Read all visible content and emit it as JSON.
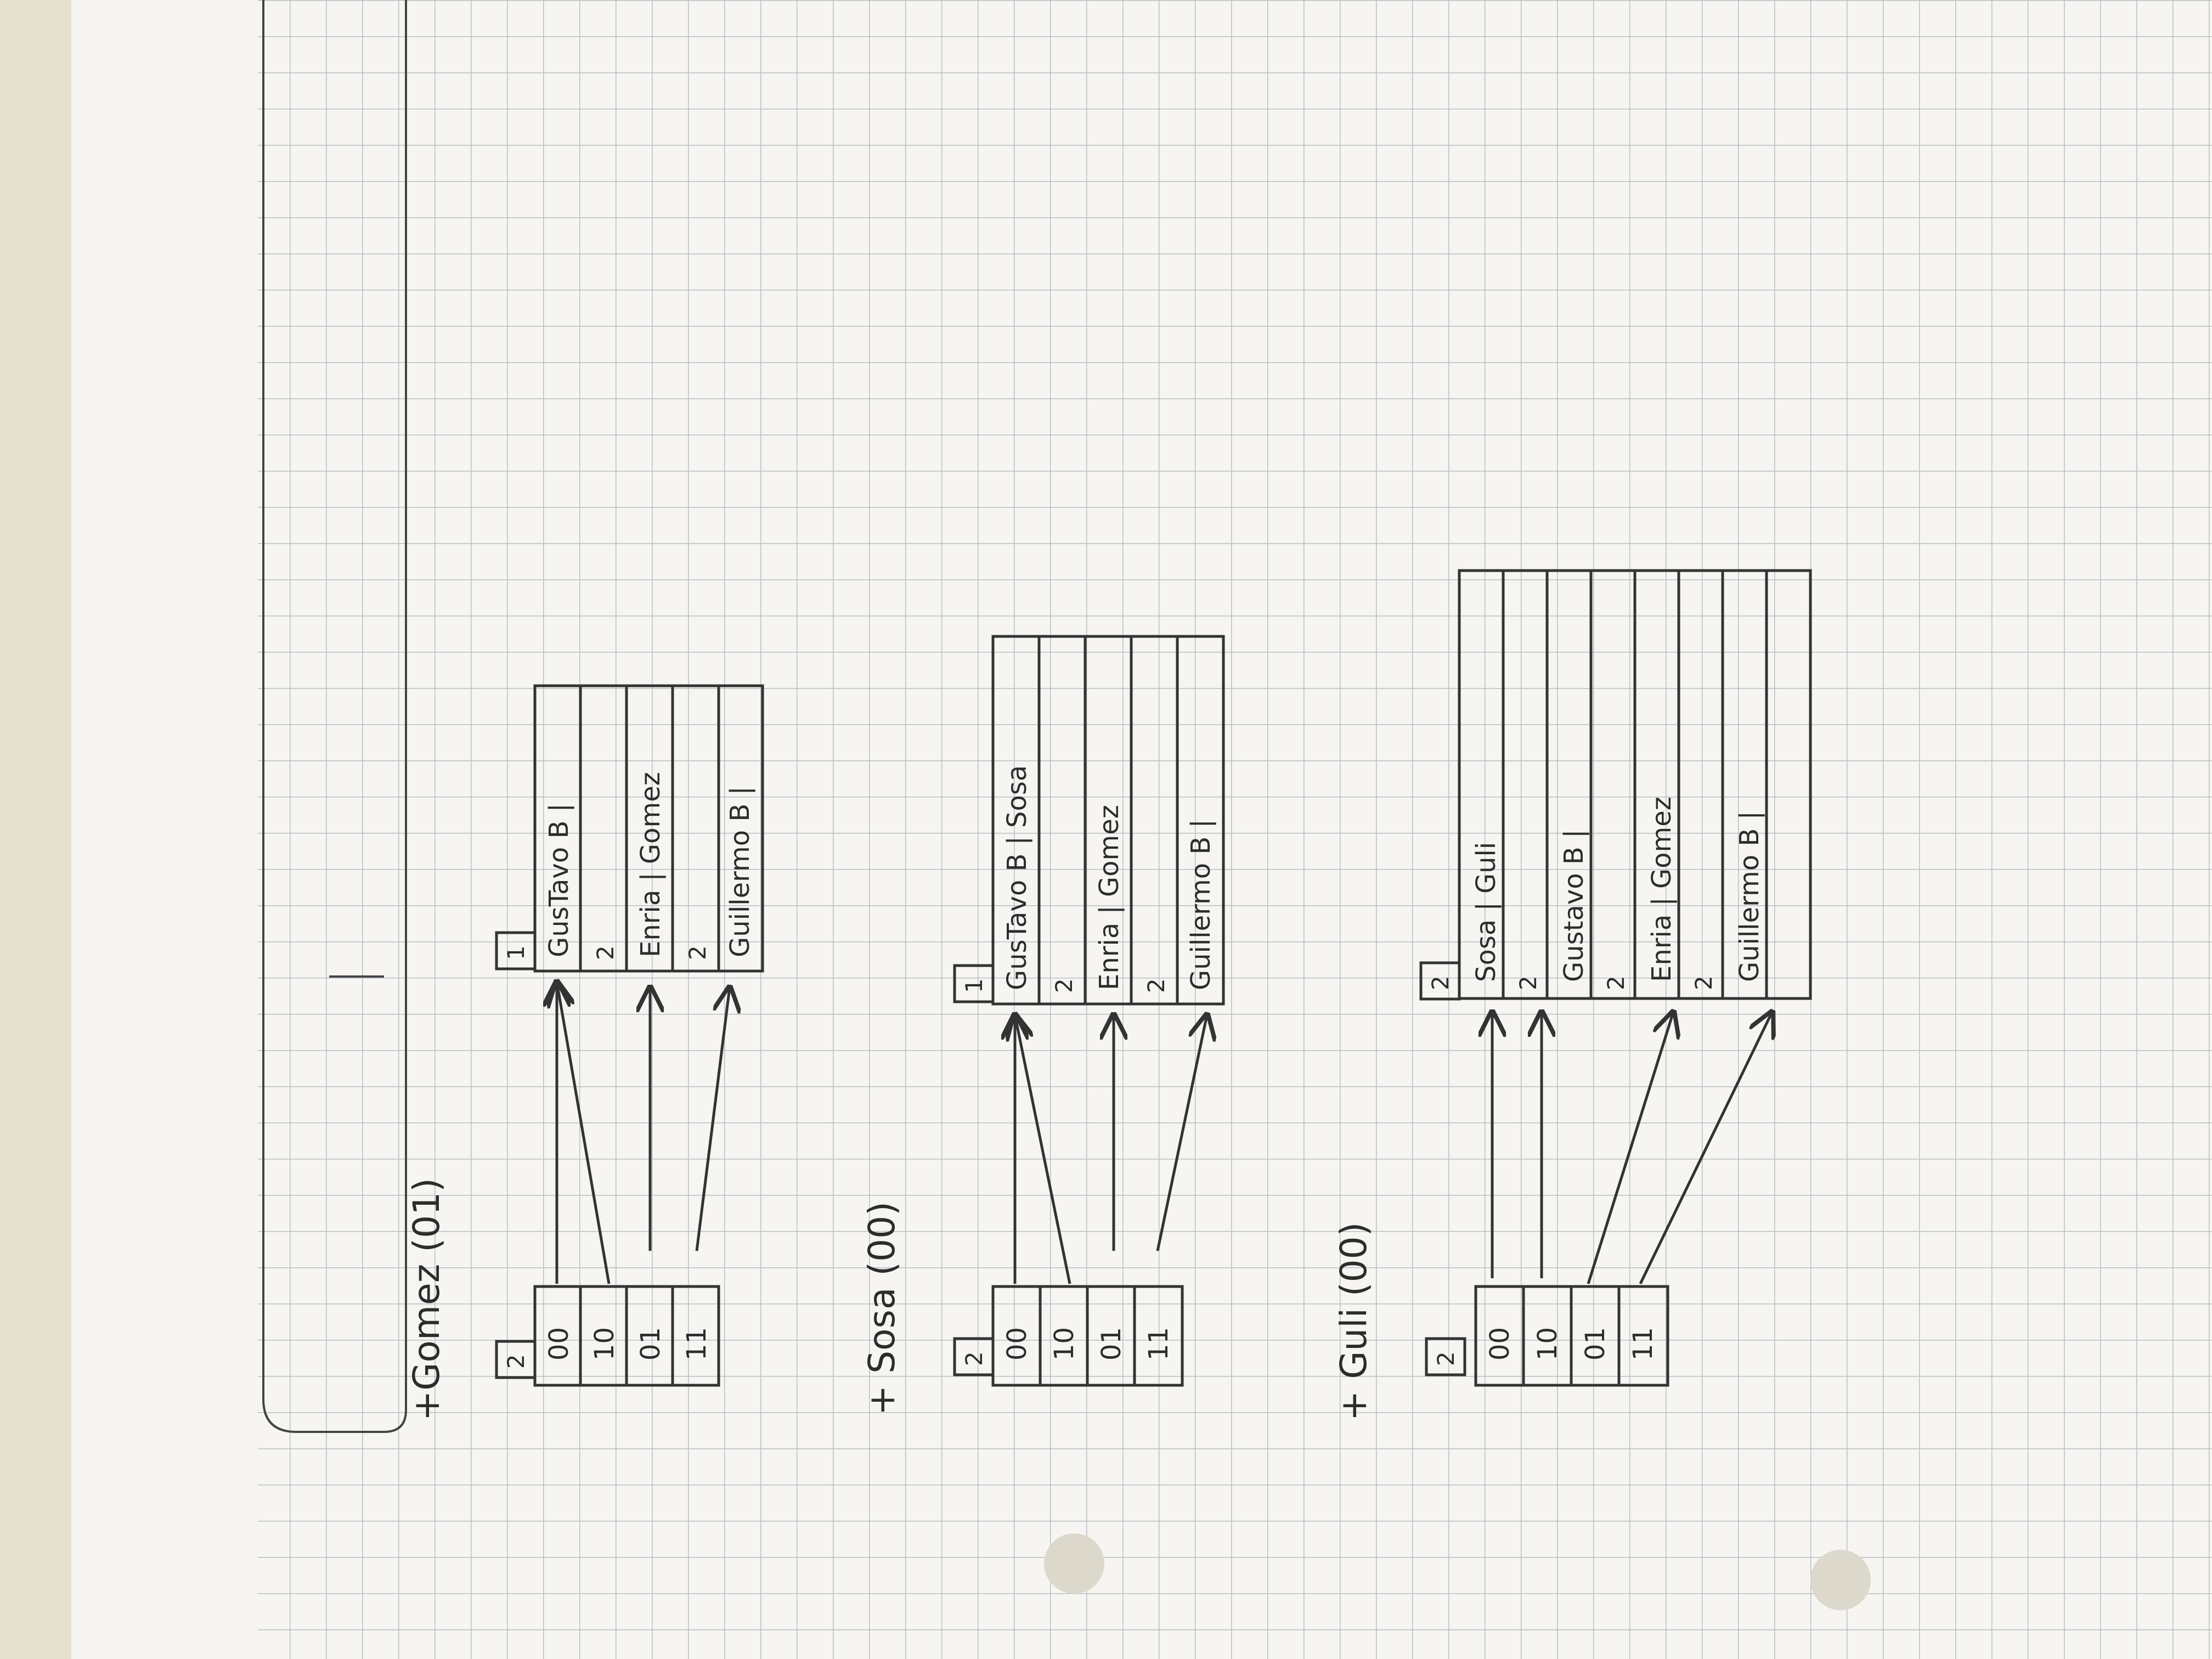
{
  "sections": [
    {
      "title": "+Gomez (01)",
      "directory": {
        "depth": "2",
        "keys": [
          "00",
          "10",
          "01",
          "11"
        ]
      },
      "buckets": [
        {
          "depth": "1",
          "content": "GusTavo B |"
        },
        {
          "depth": "2",
          "content": "Enria | Gomez"
        },
        {
          "depth": "2",
          "content": "Guillermo B |"
        }
      ]
    },
    {
      "title": "+ Sosa (00)",
      "directory": {
        "depth": "2",
        "keys": [
          "00",
          "10",
          "01",
          "11"
        ]
      },
      "buckets": [
        {
          "depth": "1",
          "content": "GusTavo B | Sosa"
        },
        {
          "depth": "2",
          "content": "Enria | Gomez"
        },
        {
          "depth": "2",
          "content": "Guillermo B |"
        }
      ]
    },
    {
      "title": "+ Guli (00)",
      "directory": {
        "depth": "2",
        "keys": [
          "00",
          "10",
          "01",
          "11"
        ]
      },
      "buckets": [
        {
          "depth": "2",
          "content": "Sosa | Guli"
        },
        {
          "depth": "2",
          "content": "Gustavo B |"
        },
        {
          "depth": "2",
          "content": "Enria | Gomez"
        },
        {
          "depth": "2",
          "content": "Guillermo B |"
        }
      ]
    }
  ],
  "colors": {
    "paper": "#f6f5f2",
    "grid": "#b9bec4",
    "ink": "#2c2c2c"
  }
}
